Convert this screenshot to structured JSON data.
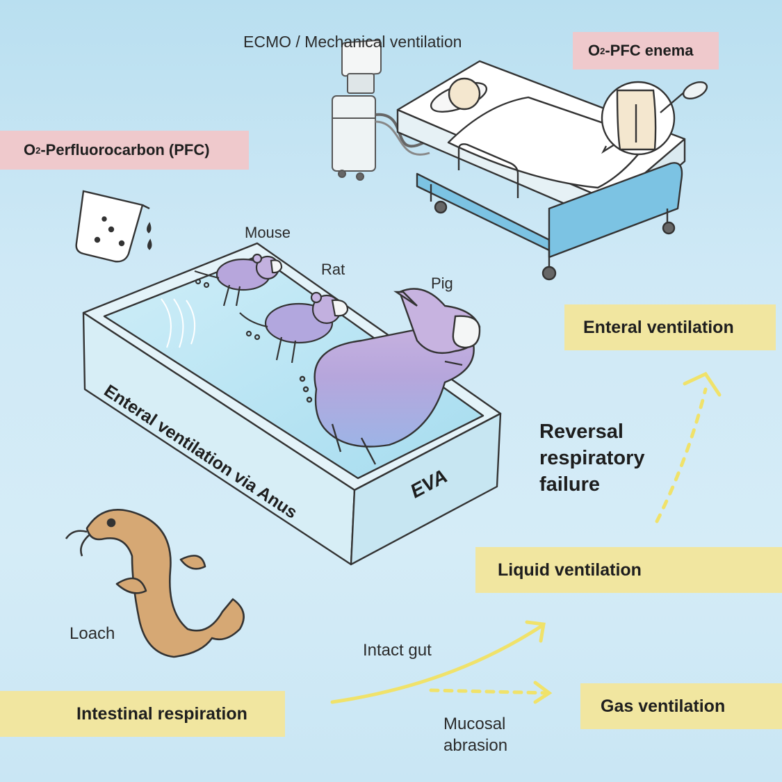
{
  "labels": {
    "pfc_prefix": "O",
    "pfc_sub": "2",
    "pfc_rest": "-Perfluorocarbon (PFC)",
    "enema_prefix": "O",
    "enema_sub": "2",
    "enema_rest": "-PFC enema",
    "ecmo": "ECMO / Mechanical ventilation",
    "mouse": "Mouse",
    "rat": "Rat",
    "pig": "Pig",
    "loach": "Loach",
    "eva_side": "Enteral ventilation via Anus",
    "eva_front": "EVA",
    "enteral_ventilation": "Enteral ventilation",
    "reversal_line1": "Reversal",
    "reversal_line2": "respiratory",
    "reversal_line3": "failure",
    "liquid_ventilation": "Liquid ventilation",
    "intestinal_respiration": "Intestinal respiration",
    "intact_gut": "Intact gut",
    "mucosal_line1": "Mucosal",
    "mucosal_line2": "abrasion",
    "gas_ventilation": "Gas ventilation"
  },
  "colors": {
    "pink_box": "#efc9cc",
    "yellow_box": "#f1e6a0",
    "arrow_yellow": "#f0e26a",
    "animal_purple": "#b7a6dc",
    "animal_blue": "#9db6e4",
    "loach_tan": "#d6a874",
    "bed_blue": "#7cc3e3"
  }
}
